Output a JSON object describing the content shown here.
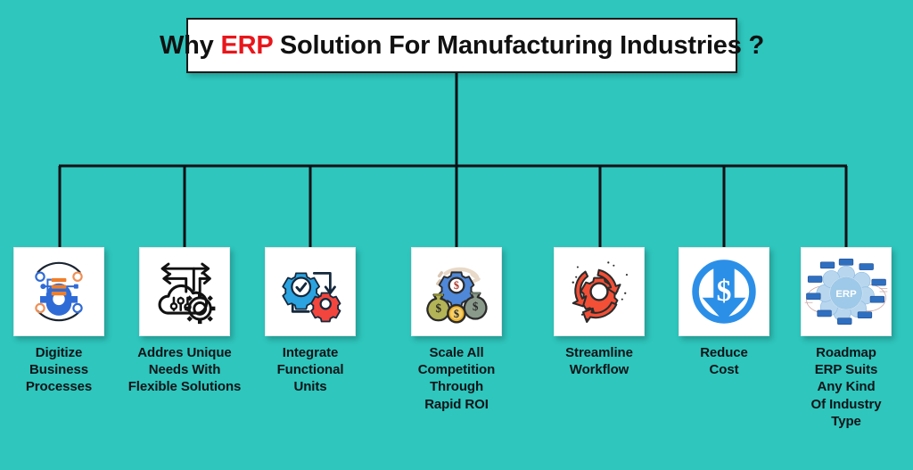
{
  "theme": {
    "background": "#2ec6bd",
    "title_accent": "#e8161b",
    "text": "#101418",
    "card_background": "#ffffff",
    "connector": "#0a0f14"
  },
  "title": {
    "before": "Why ",
    "accent": "ERP",
    "after": " Solution For Manufacturing Industries ?",
    "full": "Why ERP Solution For Manufacturing Industries ?"
  },
  "nodes": [
    {
      "id": "digitize-business-processes",
      "icon": "process-network-gear-icon",
      "label": "Digitize Business Processes",
      "lines": [
        "Digitize",
        "Business",
        "Processes"
      ]
    },
    {
      "id": "addres-unique-needs",
      "icon": "cloud-settings-arrows-icon",
      "label": "Addres Unique Needs With Flexible Solutions",
      "lines": [
        "Addres Unique",
        "Needs With",
        "Flexible Solutions"
      ]
    },
    {
      "id": "integrate-functional-units",
      "icon": "gears-check-cycle-icon",
      "label": "Integrate Functional Units",
      "lines": [
        "Integrate",
        "Functional",
        "Units"
      ]
    },
    {
      "id": "scale-all-competition",
      "icon": "money-bags-gear-icon",
      "label": "Scale All Competition Through Rapid ROI",
      "lines": [
        "Scale All",
        "Competition",
        "Through",
        "Rapid ROI"
      ]
    },
    {
      "id": "streamline-workflow",
      "icon": "gear-circular-arrows-icon",
      "label": "Streamline Workflow",
      "lines": [
        "Streamline",
        "Workflow"
      ]
    },
    {
      "id": "reduce-cost",
      "icon": "dollar-down-arrow-icon",
      "label": "Reduce Cost",
      "lines": [
        "Reduce",
        "Cost"
      ]
    },
    {
      "id": "roadmap-erp-suits",
      "icon": "erp-hub-modules-icon",
      "label": "Roadmap ERP Suits Any Kind Of Industry Type",
      "lines": [
        "Roadmap",
        "ERP Suits",
        "Any Kind",
        "Of Industry",
        "Type"
      ]
    }
  ],
  "erp_icon": {
    "center_label": "ERP"
  }
}
